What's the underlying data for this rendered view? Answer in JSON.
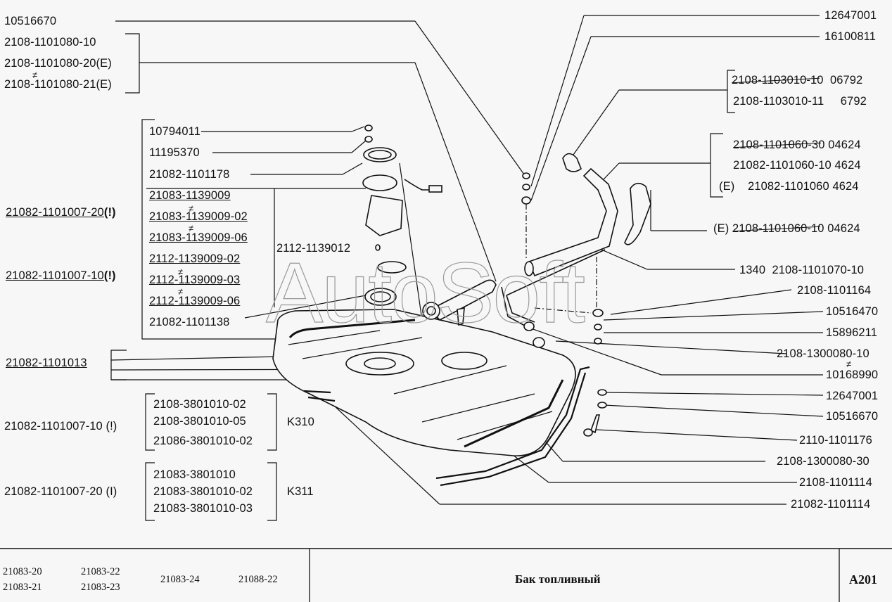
{
  "watermark": "AutoSoft",
  "left_labels": {
    "top": [
      "10516670",
      "2108-1101080-10",
      "2108-1101080-20(E)",
      "2108-1101080-21(E)"
    ],
    "assembly_20": "21082-1101007-20",
    "assembly_20_flag": "(!)",
    "assembly_10": "21082-1101007-10",
    "assembly_10_flag": "(!)",
    "pump_group": [
      "10794011",
      "11195370",
      "21082-1101178",
      "21083-1139009",
      "21083-1139009-02",
      "21083-1139009-06",
      "2112-1139009-02",
      "2112-1139009-03",
      "2112-1139009-06",
      "21082-1101138"
    ],
    "pump_side": "2112-1139012",
    "tank": "21082-1101013",
    "k310_assembly": "21082-1101007-10 (!)",
    "k310_items": [
      "2108-3801010-02",
      "2108-3801010-05",
      "21086-3801010-02"
    ],
    "k310_code": "K310",
    "k311_assembly": "21082-1101007-20 (I)",
    "k311_items": [
      "21083-3801010",
      "21083-3801010-02",
      "21083-3801010-03"
    ],
    "k311_code": "K311"
  },
  "right_labels": {
    "r1": "12647001",
    "r2": "16100811",
    "cap_group": [
      {
        "part": "2108-1103010-10",
        "qty": "06792",
        "struck": true
      },
      {
        "part": "2108-1103010-11",
        "qty": "6792",
        "struck": false
      }
    ],
    "neck_group": [
      {
        "prefix": "",
        "part": "2108-1101060-30",
        "qty": "04624",
        "struck": true
      },
      {
        "prefix": "",
        "part": "21082-1101060-10",
        "qty": "4624",
        "struck": false
      },
      {
        "prefix": "(E)",
        "part": "21082-1101060",
        "qty": "4624",
        "struck": false
      }
    ],
    "neck_e": {
      "prefix": "(E)",
      "part": "2108-1101060-10",
      "qty": "04624"
    },
    "list": [
      "1340  2108-1101070-10",
      "2108-1101164",
      "10516470",
      "15896211",
      "2108-1300080-10",
      "10168990",
      "12647001",
      "10516670",
      "2110-1101176",
      "2108-1300080-30",
      "2108-1101114",
      "21082-1101114"
    ]
  },
  "footer": {
    "models": [
      [
        "21083-20",
        "21083-21"
      ],
      [
        "21083-22",
        "21083-23"
      ],
      [
        "21083-24"
      ],
      [
        "21088-22"
      ]
    ],
    "title": "Бак топливный",
    "code": "A201"
  }
}
